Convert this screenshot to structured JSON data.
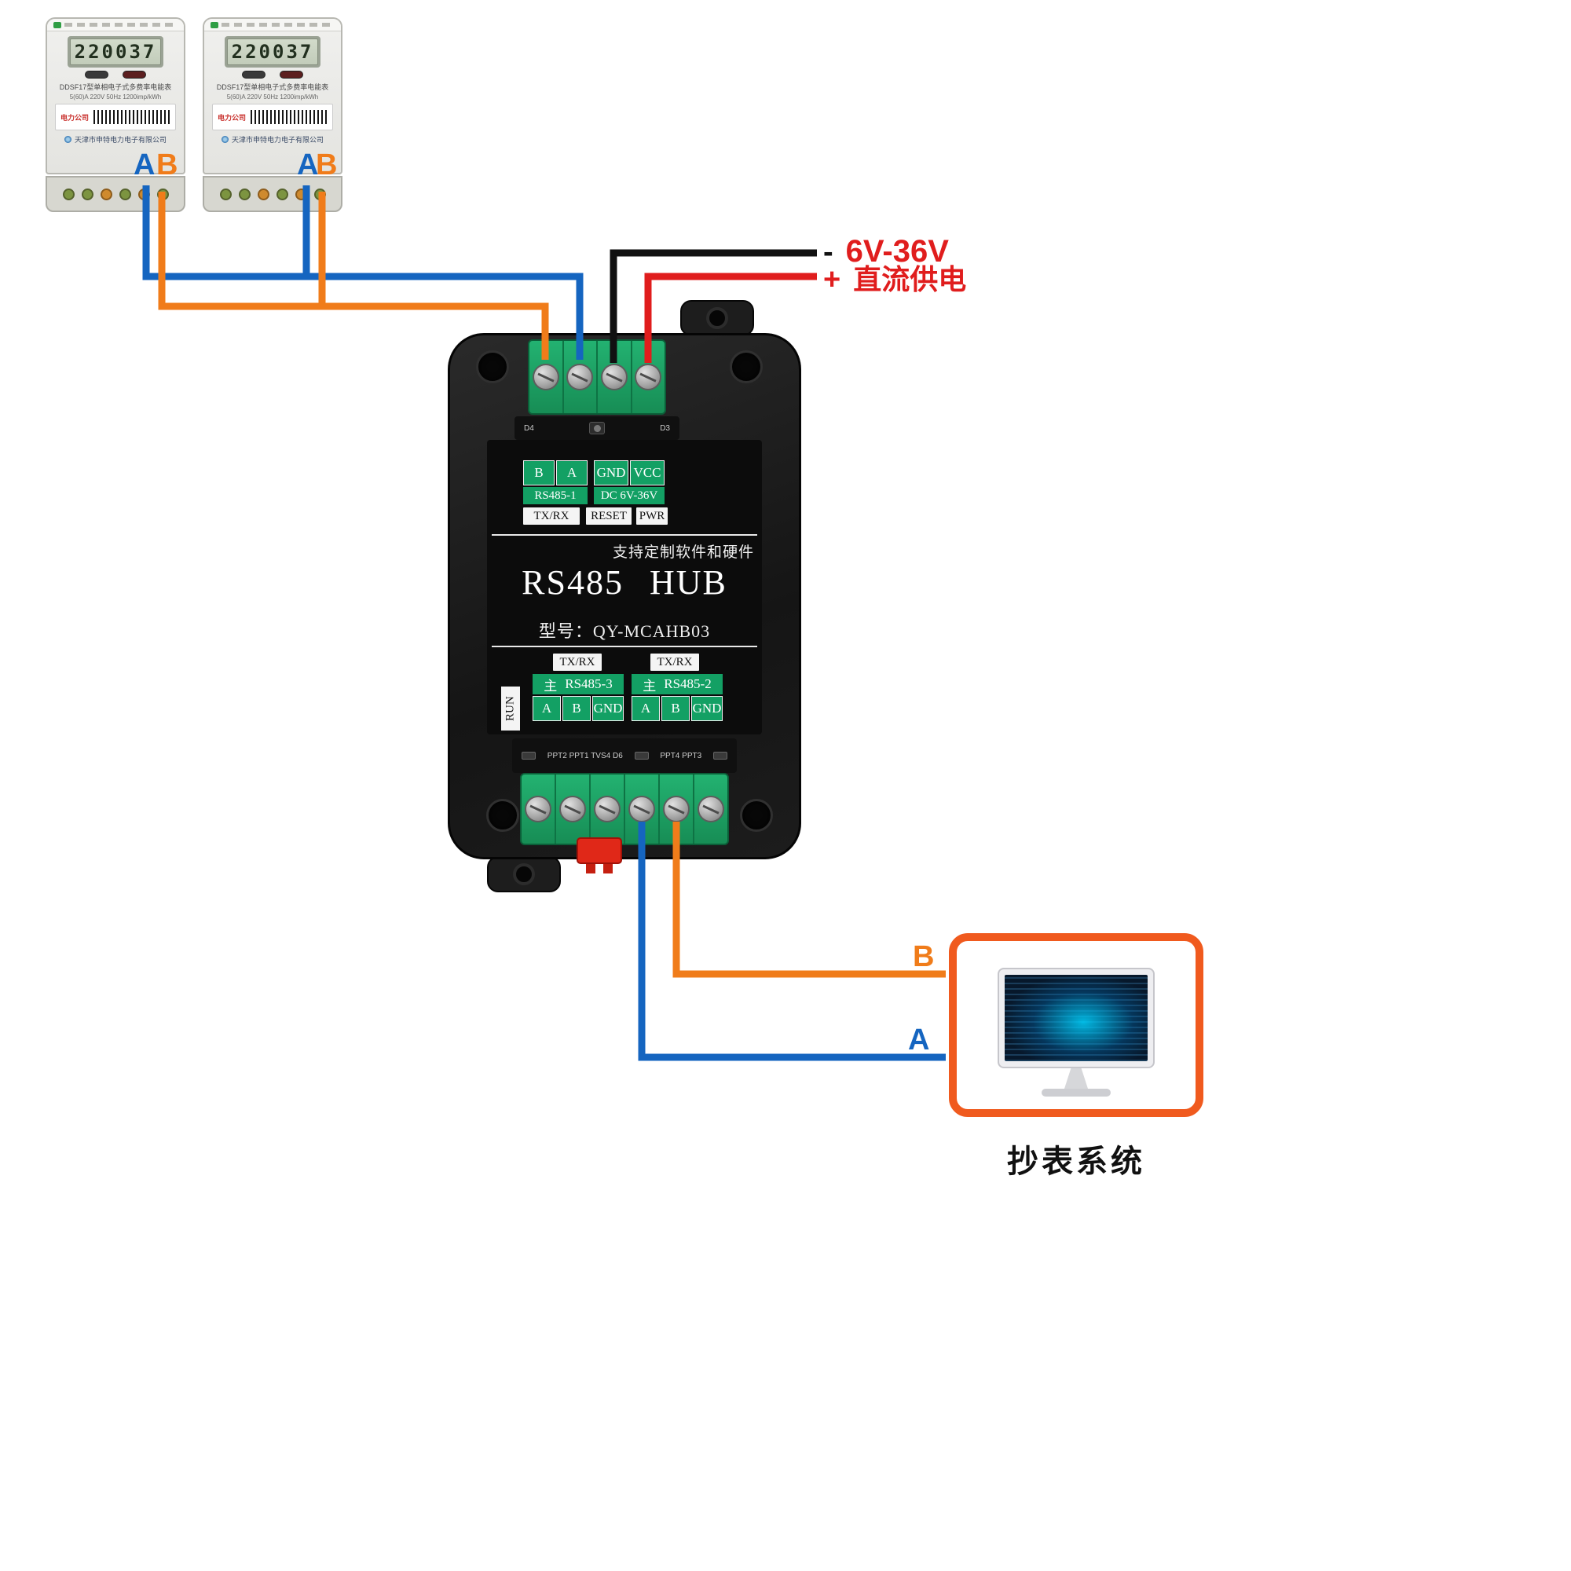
{
  "labels": {
    "a": "A",
    "b": "B",
    "minus": "-",
    "voltage": "6V-36V",
    "plus": "+",
    "dc_supply": "直流供电"
  },
  "meter": {
    "lcd_value": "220037",
    "type_line": "DDSF17型单相电子式多费率电能表",
    "ratings_line": "5(60)A  220V  50Hz  1200imp/kWh",
    "utility": "电力公司",
    "company": "天津市申特电力电子有限公司"
  },
  "hub": {
    "pins_top": [
      "B",
      "A",
      "GND",
      "VCC"
    ],
    "port1": "RS485-1",
    "dc": "DC 6V-36V",
    "txrx": "TX/RX",
    "reset": "RESET",
    "pwr": "PWR",
    "note": "支持定制软件和硬件",
    "title": "RS485 HUB",
    "model": "型号：QY-MCAHB03",
    "run": "RUN",
    "master": "主",
    "port3": "RS485-3",
    "port2": "RS485-2",
    "pins_serial": [
      "A",
      "B",
      "GND"
    ],
    "pcb_d4": "D4",
    "pcb_d3": "D3",
    "pcb_bottom_left": "PPT2 PPT1 TVS4 D6",
    "pcb_bottom_right": "PPT4 PPT3"
  },
  "computer": {
    "caption": "抄表系统"
  },
  "colors": {
    "wire_a_blue": "#1565c0",
    "wire_b_orange": "#f07c1a",
    "wire_negative_black": "#111111",
    "wire_positive_red": "#e01d1d",
    "hub_green": "#13a064",
    "computer_frame_orange": "#f05a1e"
  }
}
